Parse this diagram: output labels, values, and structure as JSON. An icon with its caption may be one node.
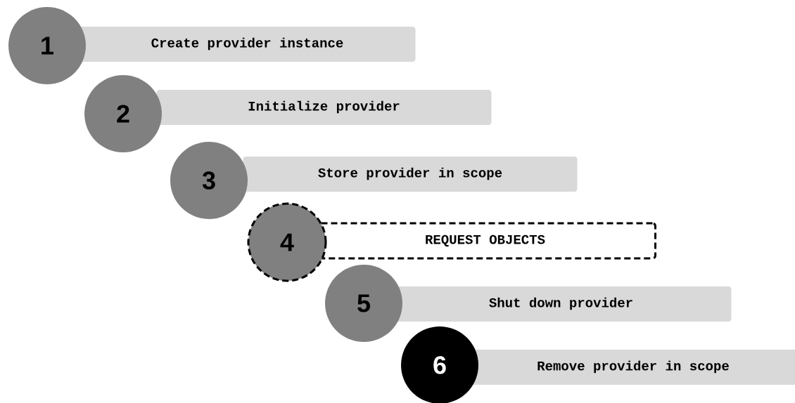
{
  "diagram": {
    "nodes": [
      {
        "text": [
          "1"
        ]
      },
      {
        "text": [
          "Create provider instance"
        ]
      },
      {
        "text": [
          "2"
        ]
      },
      {
        "text": [
          "Initialize provider"
        ]
      },
      {
        "text": [
          "3"
        ]
      },
      {
        "text": [
          "Store provider in scope"
        ]
      },
      {
        "text": [
          "4"
        ]
      },
      {
        "text": [
          "REQUEST OBJECTS"
        ]
      },
      {
        "text": [
          "5"
        ]
      },
      {
        "text": [
          "Shut down provider"
        ]
      },
      {
        "text": [
          "6"
        ]
      },
      {
        "text": [
          "Remove provider in scope"
        ]
      }
    ]
  }
}
